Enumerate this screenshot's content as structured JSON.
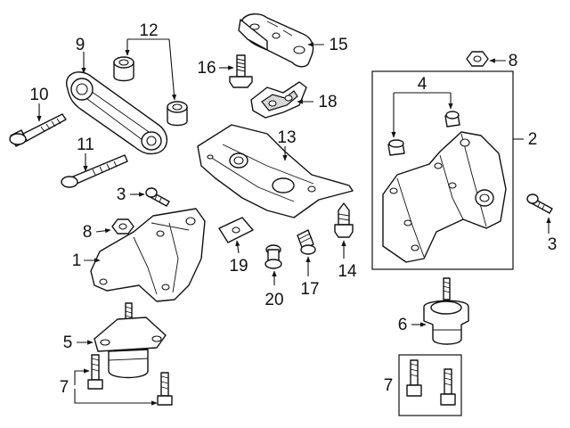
{
  "diagram": {
    "callouts": {
      "c1": "1",
      "c2": "2",
      "c3a": "3",
      "c3b": "3",
      "c4": "4",
      "c5": "5",
      "c6": "6",
      "c7a": "7",
      "c7b": "7",
      "c8a": "8",
      "c8b": "8",
      "c9": "9",
      "c10": "10",
      "c11": "11",
      "c12": "12",
      "c13": "13",
      "c14": "14",
      "c15": "15",
      "c16": "16",
      "c17": "17",
      "c18": "18",
      "c19": "19",
      "c20": "20"
    }
  }
}
